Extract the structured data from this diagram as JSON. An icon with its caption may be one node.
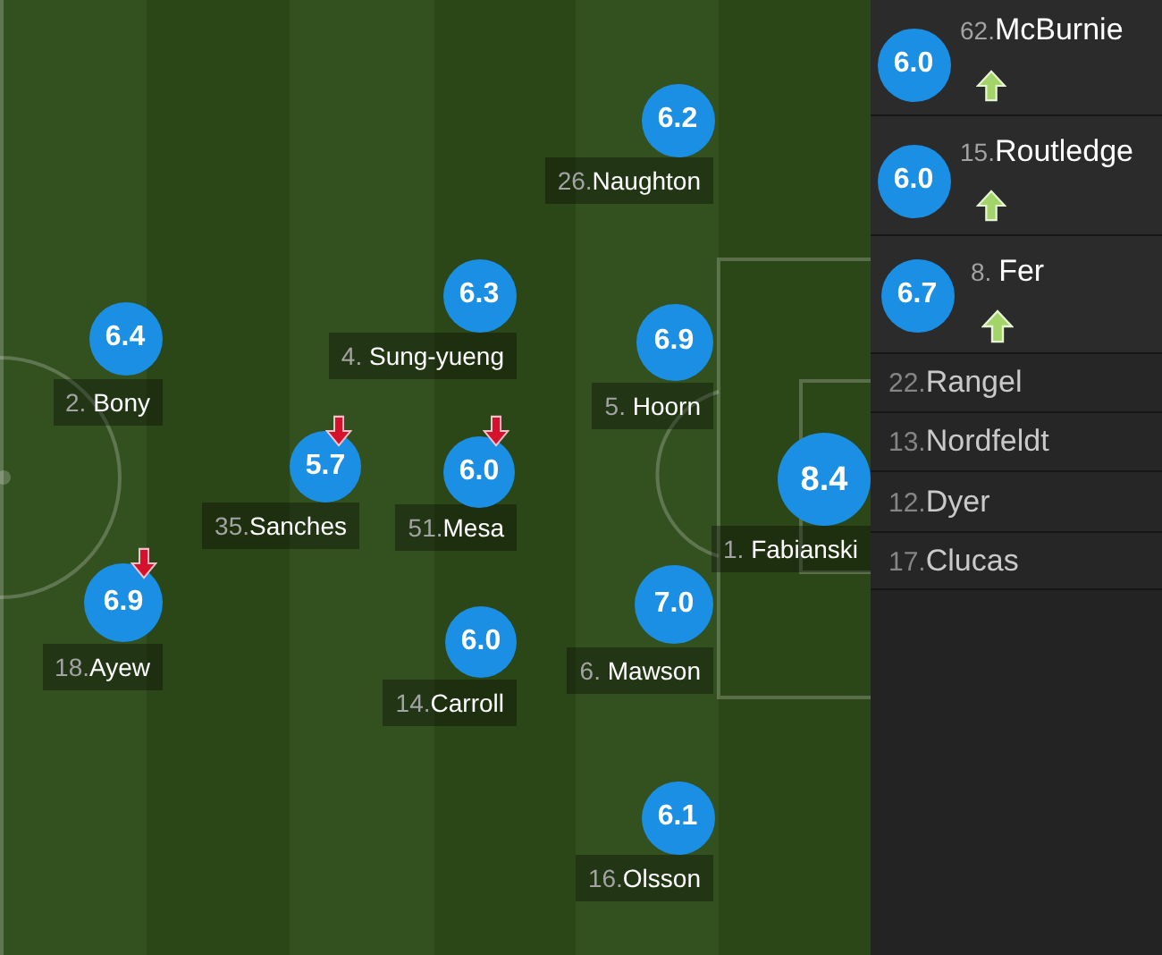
{
  "diagram": {
    "nodes": [
      {
        "text": [
          "6.2"
        ]
      },
      {
        "text": [
          "26.Naughton"
        ]
      },
      {
        "text": [
          "6.3"
        ]
      },
      {
        "text": [
          "4. Sung-yueng"
        ]
      },
      {
        "text": [
          "6.4"
        ]
      },
      {
        "text": [
          "2. Bony"
        ]
      },
      {
        "text": [
          "6.9"
        ]
      },
      {
        "text": [
          "5. Hoorn"
        ]
      },
      {
        "text": [],
        "shape": "arrow"
      },
      {
        "text": [
          "5.7"
        ]
      },
      {
        "text": [
          "35.Sanches"
        ]
      },
      {
        "text": [],
        "shape": "arrow"
      },
      {
        "text": [
          "6.0"
        ]
      },
      {
        "text": [
          "51.Mesa"
        ]
      },
      {
        "text": [
          "8.4"
        ]
      },
      {
        "text": [
          "1. Fabianski"
        ]
      },
      {
        "text": [],
        "shape": "arrow"
      },
      {
        "text": [
          "6.9"
        ]
      },
      {
        "text": [
          "18.Ayew"
        ]
      },
      {
        "text": [
          "7.0"
        ]
      },
      {
        "text": [
          "6. Mawson"
        ]
      },
      {
        "text": [
          "6.0"
        ]
      },
      {
        "text": [
          "14.Carroll"
        ]
      },
      {
        "text": [
          "6.1"
        ]
      },
      {
        "text": [
          "16.Olsson"
        ]
      },
      {
        "text": [
          "62.McBurnie"
        ]
      },
      {
        "text": [
          "6.0"
        ],
        "in": 25
      },
      {
        "text": [],
        "shape": "arrow",
        "in": 25
      },
      {
        "text": [
          "15.Routledge"
        ]
      },
      {
        "text": [
          "6.0"
        ],
        "in": 28
      },
      {
        "text": [],
        "shape": "arrow",
        "in": 28
      },
      {
        "text": [
          "8. Fer"
        ]
      },
      {
        "text": [
          "6.7"
        ],
        "in": 31
      },
      {
        "text": [],
        "shape": "arrow",
        "in": 31
      },
      {
        "text": [
          "22.Rangel"
        ]
      },
      {
        "text": [
          "13.Nordfeldt"
        ]
      },
      {
        "text": [
          "12.Dyer"
        ]
      },
      {
        "text": [
          "17.Clucas"
        ]
      }
    ]
  }
}
